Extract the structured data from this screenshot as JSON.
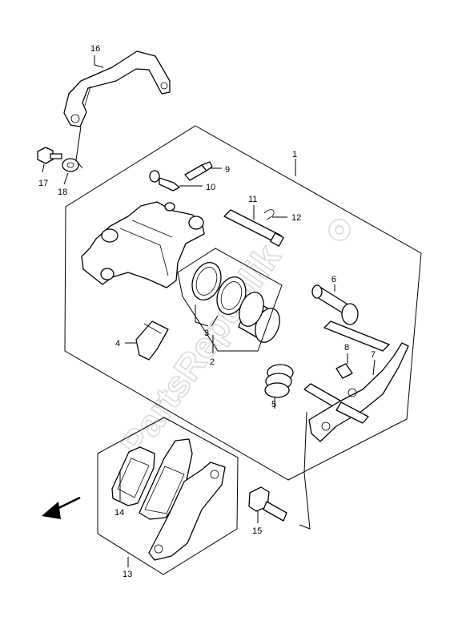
{
  "watermark": "PartsRepublik",
  "callouts": {
    "c1": "1",
    "c2": "2",
    "c3": "3",
    "c4": "4",
    "c5": "5",
    "c6": "6",
    "c7": "7",
    "c8": "8",
    "c9": "9",
    "c10": "10",
    "c11": "11",
    "c12": "12",
    "c13": "13",
    "c14": "14",
    "c15": "15",
    "c16": "16",
    "c17": "17",
    "c18": "18"
  },
  "icons": {
    "front_arrow": "arrow-down-left-icon",
    "gear": "gear-icon"
  }
}
